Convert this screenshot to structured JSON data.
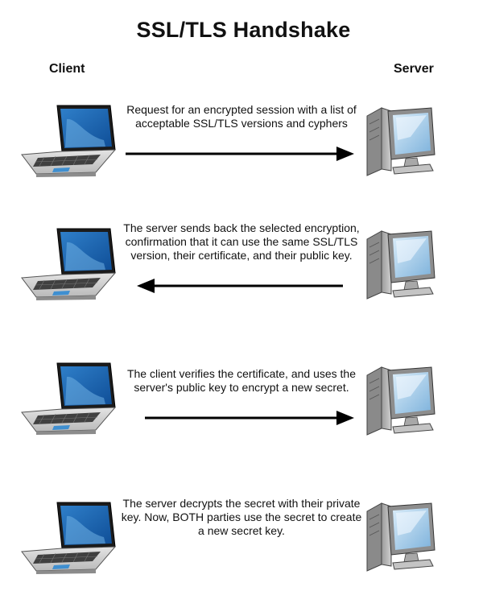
{
  "title": "SSL/TLS Handshake",
  "columns": {
    "client": "Client",
    "server": "Server"
  },
  "icons": {
    "client": "laptop-icon",
    "server": "server-tower-icon"
  },
  "steps": [
    {
      "direction": "client-to-server",
      "text": "Request  for an encrypted session with a list of acceptable SSL/TLS versions and cyphers"
    },
    {
      "direction": "server-to-client",
      "text": "The server sends back the selected encryption, confirmation that it can use the same SSL/TLS version, their certificate, and their public key."
    },
    {
      "direction": "client-to-server",
      "text": "The client verifies the certificate, and uses the server's public key to encrypt a new secret."
    },
    {
      "direction": "none",
      "text": "The server decrypts the secret with their private key. Now, BOTH parties use the secret to create a new secret key."
    }
  ]
}
